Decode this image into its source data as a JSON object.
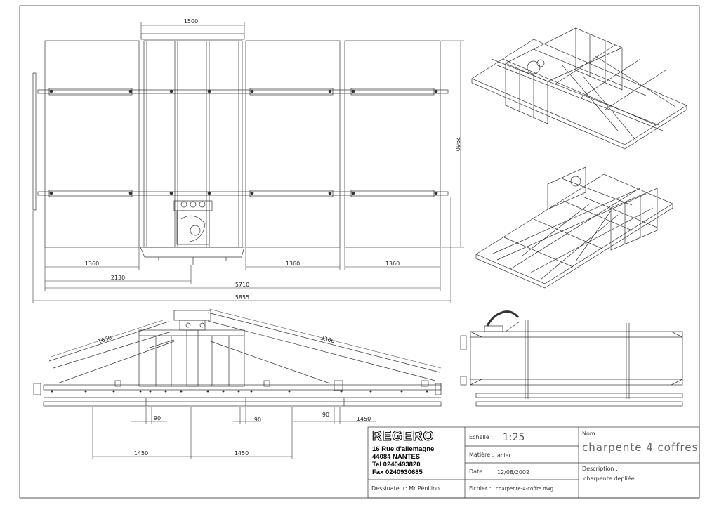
{
  "drawing": {
    "dimensions": {
      "width_1500": "1500",
      "height_2960": "2960",
      "w_1360_a": "1360",
      "w_1360_b": "1360",
      "w_1360_c": "1360",
      "w_2130": "2130",
      "w_5710": "5710",
      "w_5855": "5855",
      "side_1650": "1650",
      "side_3300": "3300",
      "side_90_a": "90",
      "side_90_b": "90",
      "side_90_c": "90",
      "side_1450_a": "1450",
      "side_1450_b": "1450",
      "side_1450_c": "1450"
    }
  },
  "title_block": {
    "company": "REGERO",
    "address_line1": "16 Rue d'allemagne",
    "address_line2": "44084 NANTES",
    "phone": "Tel  0240493820",
    "fax": "Fax 0240930685",
    "draftsman": "Dessinateur: Mr Pénillon",
    "scale_label": "Echelle :",
    "scale_value": "1:25",
    "material_label": "Matière :",
    "material_value": "acier",
    "date_label": "Date :",
    "date_value": "12/08/2002",
    "file_label": "Fichier :",
    "file_value": "charpente-4-coffre.dwg",
    "name_label": "Nom :",
    "name_value": "charpente 4 coffres",
    "description_label": "Description :",
    "description_value": "charpente depliée"
  }
}
